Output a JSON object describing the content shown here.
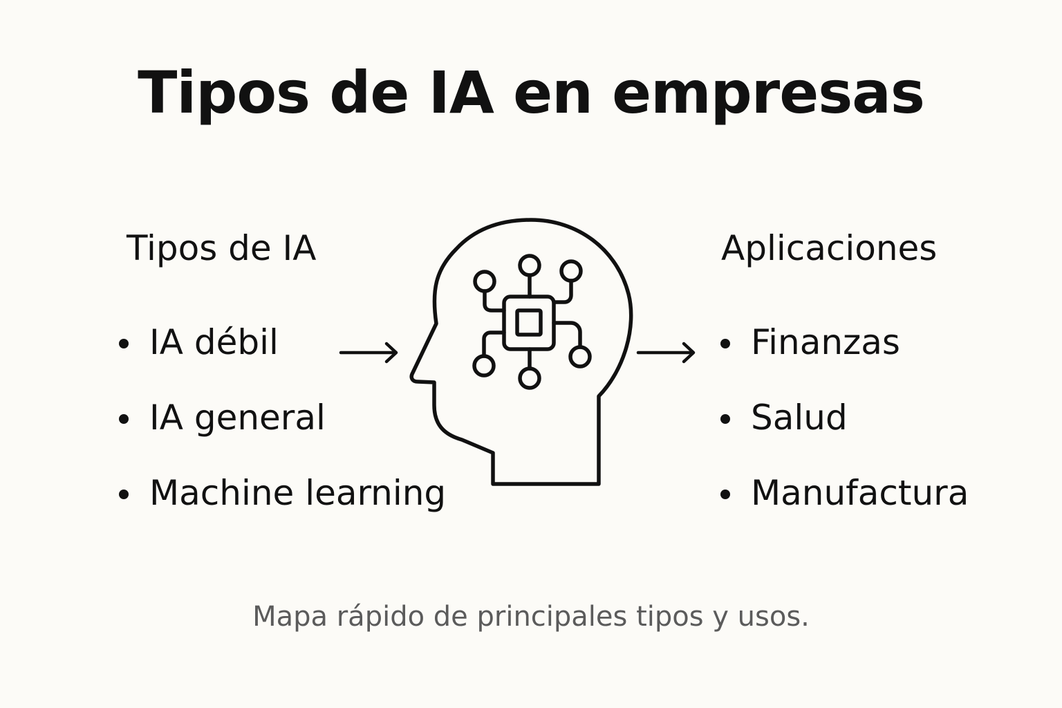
{
  "title": "Tipos de IA en empresas",
  "left_column": {
    "heading": "Tipos de IA",
    "items": [
      "IA débil",
      "IA general",
      "Machine learning"
    ]
  },
  "right_column": {
    "heading": "Aplicaciones",
    "items": [
      "Finanzas",
      "Salud",
      "Manufactura"
    ]
  },
  "caption": "Mapa rápido de principales tipos y usos.",
  "icons": {
    "center": "head-with-circuit-chip-icon",
    "arrows": "arrow-right-icon"
  },
  "colors": {
    "background": "#fcfbf7",
    "ink": "#111111",
    "caption": "#5b5b5b"
  }
}
